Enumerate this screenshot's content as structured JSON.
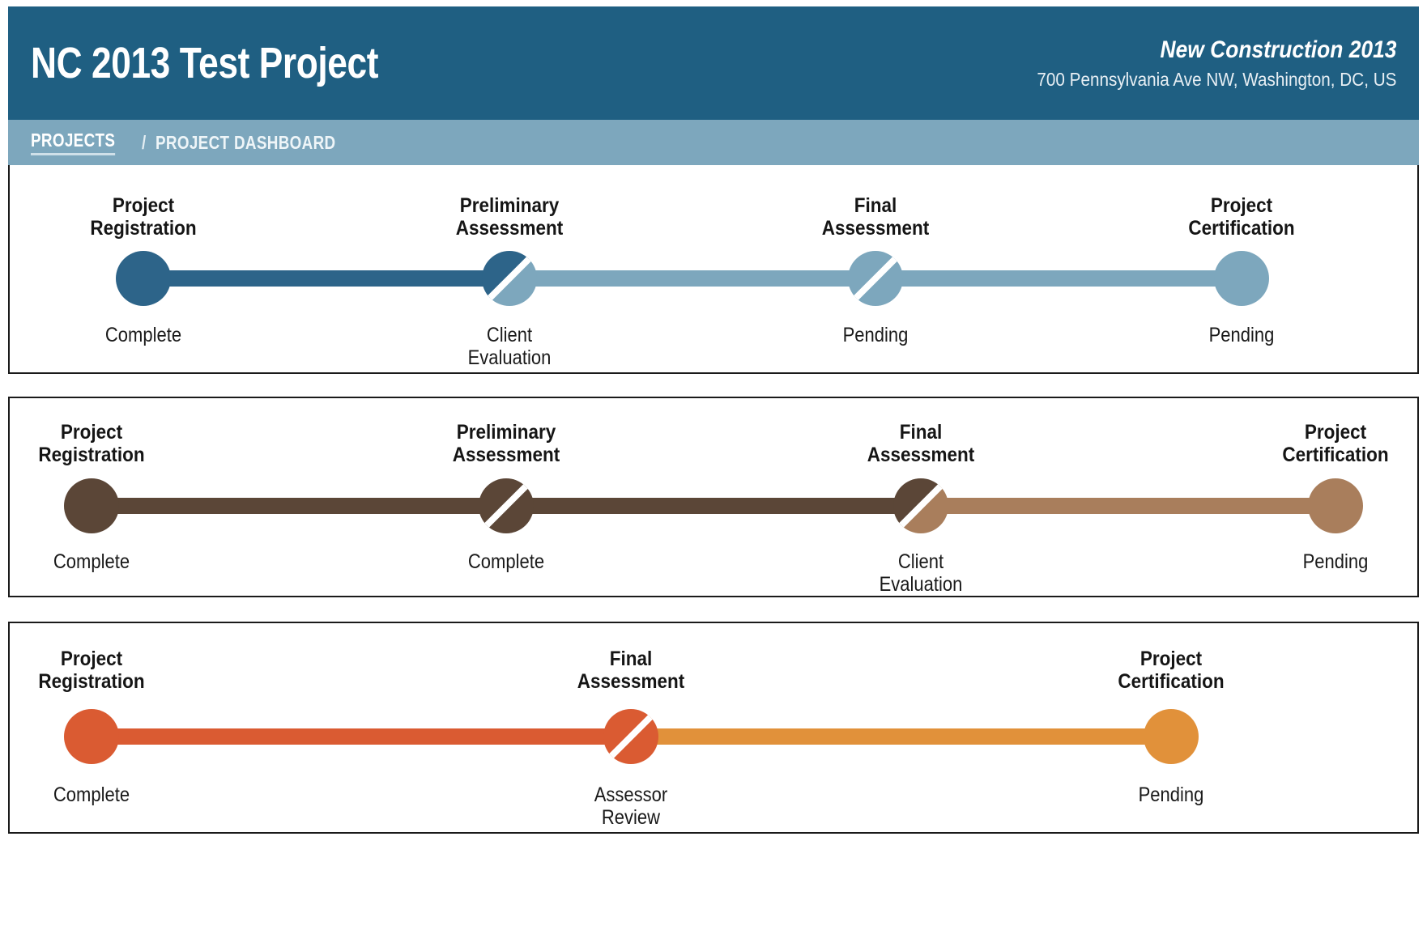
{
  "header": {
    "title": "NC 2013 Test Project",
    "scheme": "New Construction 2013",
    "address": "700 Pennsylvania Ave NW, Washington, DC, US"
  },
  "breadcrumb": {
    "root": "PROJECTS",
    "separator": "/",
    "current": "PROJECT DASHBOARD"
  },
  "colors": {
    "header_bg": "#1f5f82",
    "breadcrumb_bg": "#7da7bd",
    "blue_dark": "#2d6489",
    "blue_light": "#7da7bd",
    "brown_dark": "#5b4637",
    "brown_light": "#a97e5c",
    "orange_dark": "#da5b32",
    "orange_light": "#e1913a",
    "card_border": "#1a1a1a"
  },
  "trackers": [
    {
      "name": "certification-progress-blue",
      "color_done": "#2d6489",
      "color_pending": "#7da7bd",
      "left_pct": 9.5,
      "right_pct": 87.5,
      "steps": [
        {
          "title": "Project\nRegistration",
          "status": "Complete",
          "state": "solid",
          "fill": "#2d6489"
        },
        {
          "title": "Preliminary\nAssessment",
          "status": "Client\nEvaluation",
          "state": "split",
          "fill_a": "#2d6489",
          "fill_b": "#7da7bd"
        },
        {
          "title": "Final\nAssessment",
          "status": "Pending",
          "state": "split",
          "fill_a": "#7da7bd",
          "fill_b": "#7da7bd"
        },
        {
          "title": "Project\nCertification",
          "status": "Pending",
          "state": "solid",
          "fill": "#7da7bd"
        }
      ],
      "segments": [
        {
          "from": 0,
          "to": 1,
          "color": "#2d6489"
        },
        {
          "from": 1,
          "to": 2,
          "color": "#7da7bd"
        },
        {
          "from": 2,
          "to": 3,
          "color": "#7da7bd"
        }
      ]
    },
    {
      "name": "certification-progress-brown",
      "color_done": "#5b4637",
      "color_pending": "#a97e5c",
      "left_pct": 5.8,
      "right_pct": 94.2,
      "steps": [
        {
          "title": "Project\nRegistration",
          "status": "Complete",
          "state": "solid",
          "fill": "#5b4637"
        },
        {
          "title": "Preliminary\nAssessment",
          "status": "Complete",
          "state": "split",
          "fill_a": "#5b4637",
          "fill_b": "#5b4637"
        },
        {
          "title": "Final\nAssessment",
          "status": "Client\nEvaluation",
          "state": "split",
          "fill_a": "#5b4637",
          "fill_b": "#a97e5c"
        },
        {
          "title": "Project\nCertification",
          "status": "Pending",
          "state": "solid",
          "fill": "#a97e5c"
        }
      ],
      "segments": [
        {
          "from": 0,
          "to": 1,
          "color": "#5b4637"
        },
        {
          "from": 1,
          "to": 2,
          "color": "#5b4637"
        },
        {
          "from": 2,
          "to": 3,
          "color": "#a97e5c"
        }
      ]
    },
    {
      "name": "certification-progress-orange",
      "color_done": "#da5b32",
      "color_pending": "#e1913a",
      "left_pct": 5.8,
      "right_pct": 82.5,
      "steps": [
        {
          "title": "Project\nRegistration",
          "status": "Complete",
          "state": "solid",
          "fill": "#da5b32"
        },
        {
          "title": "Final\nAssessment",
          "status": "Assessor\nReview",
          "state": "split",
          "fill_a": "#da5b32",
          "fill_b": "#da5b32"
        },
        {
          "title": "Project\nCertification",
          "status": "Pending",
          "state": "solid",
          "fill": "#e1913a"
        }
      ],
      "segments": [
        {
          "from": 0,
          "to": 1,
          "color": "#da5b32"
        },
        {
          "from": 1,
          "to": 2,
          "color": "#e1913a"
        }
      ]
    }
  ]
}
